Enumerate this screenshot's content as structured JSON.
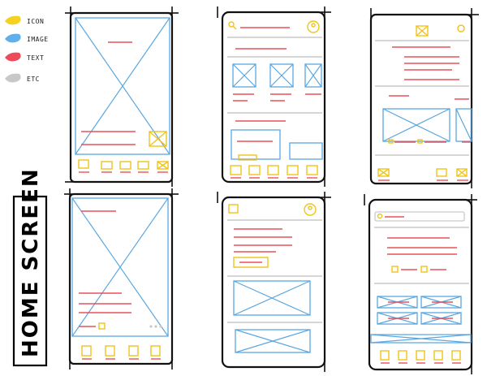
{
  "legend": [
    {
      "label": "ICON",
      "color": "#f5d21f"
    },
    {
      "label": "IMAGE",
      "color": "#5fb0ea"
    },
    {
      "label": "TEXT",
      "color": "#ec4b59"
    },
    {
      "label": "ETC",
      "color": "#c8c8c8"
    }
  ],
  "side_label": "HOME SCREEN",
  "palette": {
    "icon": "#f0c419",
    "image": "#5aa7e0",
    "text": "#e8525a",
    "etc": "#c9c9c9",
    "frame": "#111111"
  },
  "screens": [
    {
      "id": "screen-1",
      "variant": "fullscreen-image-with-nav"
    },
    {
      "id": "screen-2",
      "variant": "grid-search-profile"
    },
    {
      "id": "screen-3",
      "variant": "centered-icon-list-carousel"
    },
    {
      "id": "screen-4",
      "variant": "fullscreen-image-dots"
    },
    {
      "id": "screen-5",
      "variant": "article-cards"
    },
    {
      "id": "screen-6",
      "variant": "searchbar-grid-tabs"
    }
  ]
}
